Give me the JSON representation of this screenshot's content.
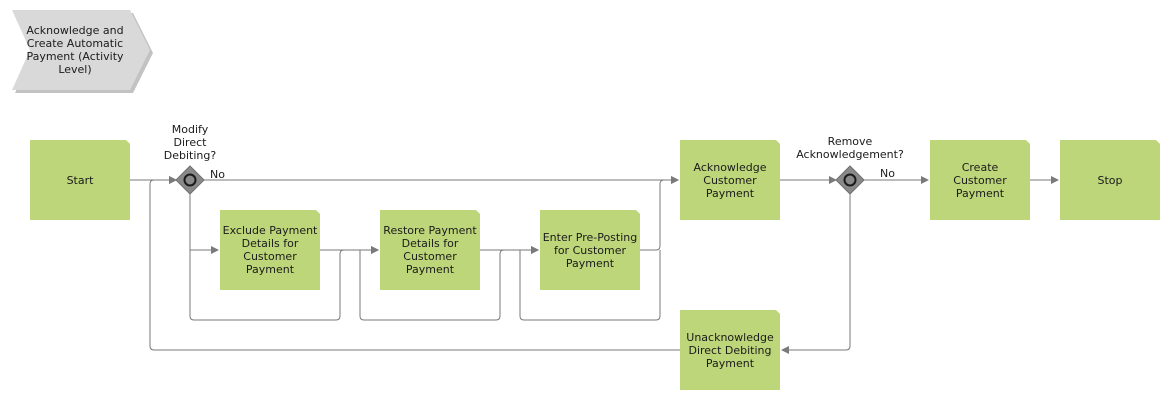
{
  "title": "Acknowledge and\nCreate Automatic\nPayment (Activity\nLevel)",
  "nodes": {
    "start": "Start",
    "exclude": "Exclude Payment\nDetails for\nCustomer\nPayment",
    "restore": "Restore Payment\nDetails for\nCustomer\nPayment",
    "preposting": "Enter Pre-Posting\nfor Customer\nPayment",
    "acknowledge": "Acknowledge\nCustomer\nPayment",
    "create": "Create\nCustomer\nPayment",
    "stop": "Stop",
    "unacknowledge": "Unacknowledge\nDirect Debiting\nPayment"
  },
  "gateways": {
    "modify": "Modify\nDirect\nDebiting?",
    "remove": "Remove\nAcknowledgement?"
  },
  "edge_labels": {
    "modify_no": "No",
    "remove_no": "No"
  },
  "colors": {
    "task_fill": "#bed67a",
    "gateway_fill": "#8a8a8a",
    "line": "#7a7a7a",
    "header_fill": "#d9d9d9"
  }
}
